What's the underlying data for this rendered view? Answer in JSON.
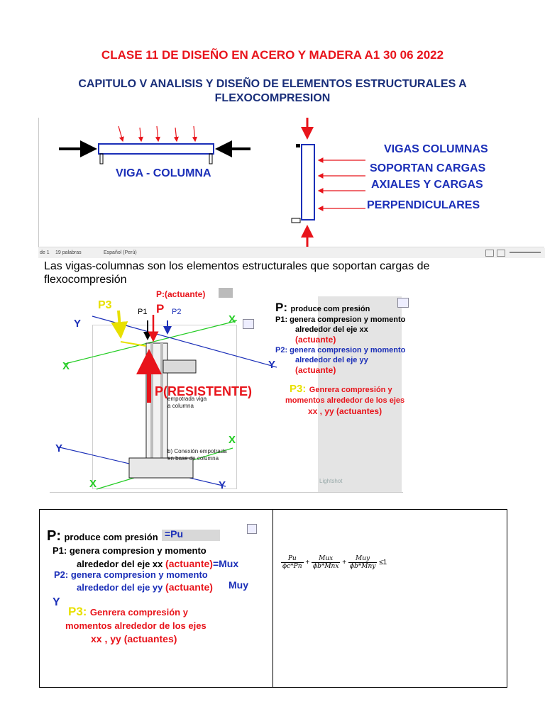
{
  "header": {
    "title": "CLASE 11 DE DISEÑO EN ACERO Y MADERA A1 30 06 2022",
    "subtitle": "CAPITULO V ANALISIS Y DISEÑO DE ELEMENTOS ESTRUCTURALES A FLEXOCOMPRESION"
  },
  "fig1": {
    "beam_label": "VIGA - COLUMNA",
    "line1": "VIGAS COLUMNAS",
    "line2": "SOPORTAN CARGAS",
    "line3": "AXIALES Y CARGAS",
    "line4": "PERPENDICULARES"
  },
  "statusbar": {
    "page": "de 1",
    "words": "19 palabras",
    "lang": "Español (Perú)"
  },
  "intro": "Las vigas-columnas son los elementos estructurales que soportan cargas de flexocompresión",
  "fig2": {
    "p_actuante": "P:(actuante)",
    "p3": "P3",
    "p1": "P1",
    "p": "P",
    "p2": "P2",
    "x": "X",
    "y": "Y",
    "p_resistente": "P(RESISTENTE)",
    "book_caption_1": "empotrada viga",
    "book_caption_2": "a columna",
    "book_caption_b1": "b) Conexión empotrada",
    "book_caption_b2": "en base de columna",
    "note_p": "P:",
    "note_p_text": "produce com presión",
    "note_p1": "P1: genera  compresion y momento",
    "note_p1b": "alrededor del eje xx",
    "note_actuante": "(actuante)",
    "note_p2": "P2: genera compresion y momento",
    "note_p2b": "alrededor del eje yy",
    "note_p3": "P3:",
    "note_p3_text": "Genrera compresión y",
    "note_p3b": "momentos alrededor de los ejes",
    "note_p3c": "xx , yy",
    "note_actuantes": "(actuantes)",
    "lightshot": "Lightshot"
  },
  "table": {
    "pu": "=Pu",
    "mux": "=Mux",
    "muy": "Muy",
    "y": "Y",
    "formula": {
      "t1_num": "Pu",
      "t1_den": "ϕc*Pn",
      "t2_num": "Mux",
      "t2_den": "ϕb*Mnx",
      "t3_num": "Muy",
      "t3_den": "ϕb*Mny",
      "plus": "+",
      "leq": "≤1"
    }
  }
}
